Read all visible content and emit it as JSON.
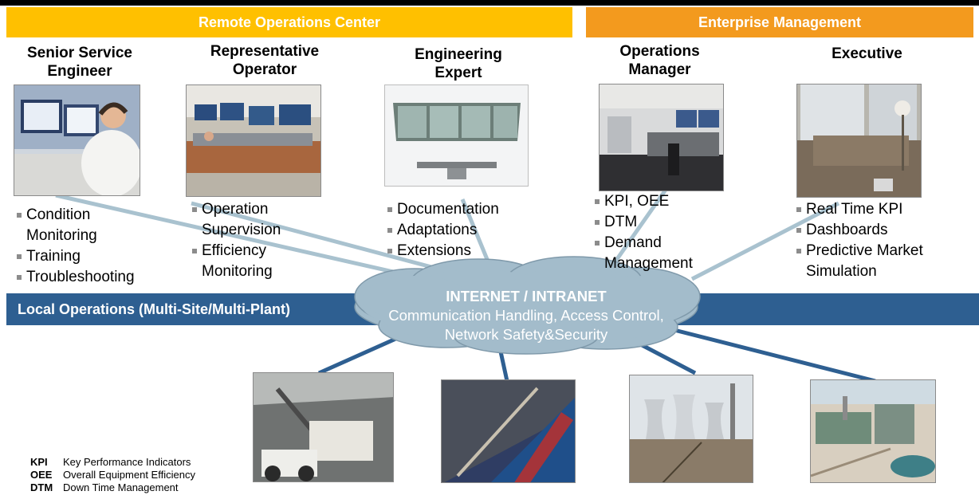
{
  "bands": {
    "remote": "Remote Operations Center",
    "enterprise": "Enterprise Management",
    "local": "Local Operations (Multi-Site/Multi-Plant)"
  },
  "roles": [
    {
      "id": "senior-service-engineer",
      "title_lines": [
        "Senior Service",
        "Engineer"
      ],
      "bullets": [
        "Condition\nMonitoring",
        "Training",
        "Troubleshooting"
      ]
    },
    {
      "id": "representative-operator",
      "title_lines": [
        "Representative",
        "Operator"
      ],
      "bullets": [
        "Operation\nSupervision",
        "Efficiency\nMonitoring"
      ]
    },
    {
      "id": "engineering-expert",
      "title_lines": [
        "Engineering",
        "Expert"
      ],
      "bullets": [
        "Documentation",
        "Adaptations",
        "Extensions"
      ]
    },
    {
      "id": "operations-manager",
      "title_lines": [
        "Operations",
        "Manager"
      ],
      "bullets": [
        "KPI, OEE",
        "DTM",
        "Demand\nManagement"
      ]
    },
    {
      "id": "executive",
      "title_lines": [
        "Executive"
      ],
      "bullets": [
        "Real Time KPI",
        "Dashboards",
        "Predictive Market\nSimulation"
      ]
    }
  ],
  "cloud": {
    "title": "INTERNET / INTRANET",
    "line2": "Communication Handling, Access Control,",
    "line3": "Network Safety&Security"
  },
  "sites": [
    "mining-shovel-photo",
    "port-terminal-photo",
    "power-plant-photo",
    "processing-plant-photo"
  ],
  "legend": [
    {
      "abbr": "KPI",
      "text": "Key Performance Indicators"
    },
    {
      "abbr": "OEE",
      "text": "Overall Equipment Efficiency"
    },
    {
      "abbr": "DTM",
      "text": "Down Time Management"
    }
  ],
  "colors": {
    "remote_band": "#FFC000",
    "enterprise_band": "#F39A1E",
    "local_band": "#2E5F91",
    "cloud_fill": "#A3BCCB",
    "connector": "#A9C2CF",
    "site_connector": "#2E5F91"
  }
}
